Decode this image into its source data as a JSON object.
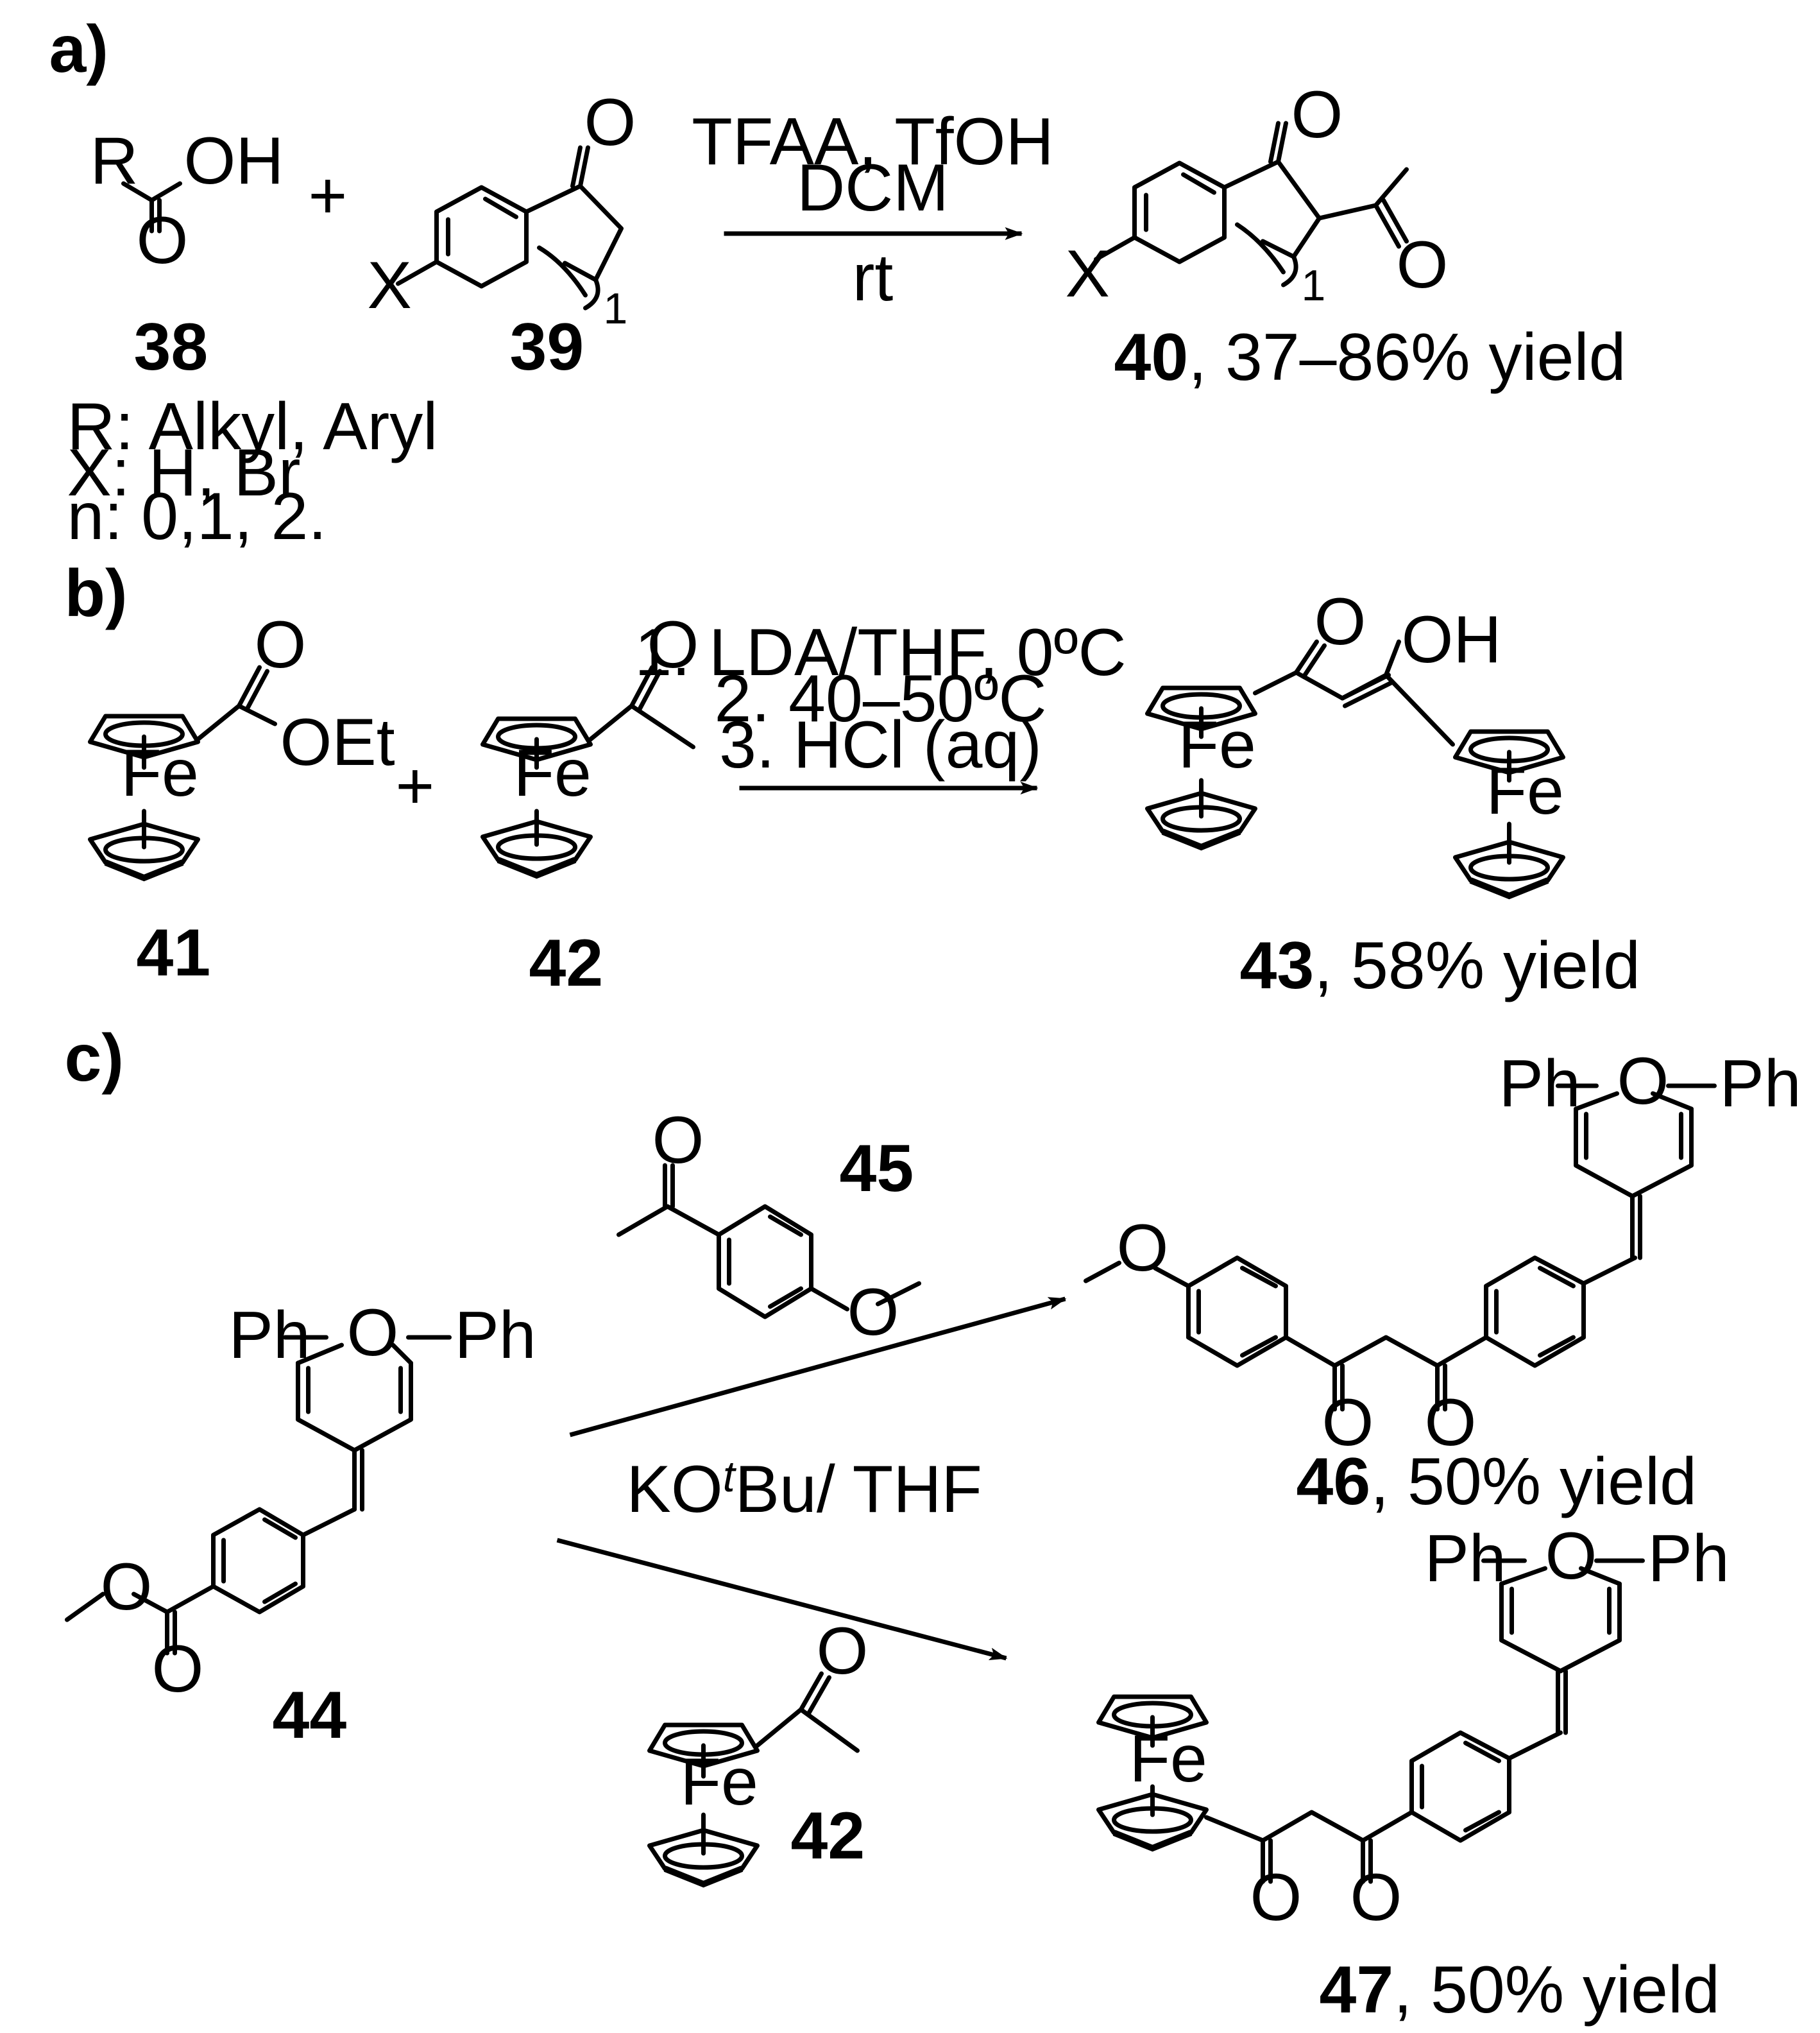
{
  "panels": {
    "a": {
      "label": "a)",
      "acid": {
        "R": "R",
        "OH": "OH",
        "O": "O",
        "number": "38",
        "definitions": [
          "R: Alkyl, Aryl",
          "X: H, Br",
          "n: 0,1, 2."
        ]
      },
      "plus": "+",
      "ketone": {
        "O": "O",
        "X": "X",
        "n": "1",
        "number": "39"
      },
      "conditions": [
        "TFAA, TfOH",
        "DCM",
        "rt"
      ],
      "product": {
        "O1": "O",
        "O2": "O",
        "X": "X",
        "n": "1",
        "number": "40",
        "yield": ", 37–86% yield"
      }
    },
    "b": {
      "label": "b)",
      "ester": {
        "O": "O",
        "OEt": "OEt",
        "Fe": "Fe",
        "number": "41"
      },
      "plus": "+",
      "acetyl": {
        "O": "O",
        "Fe": "Fe",
        "number": "42"
      },
      "conditions": [
        "1. LDA/THF,  0ºC",
        "2. 40–50ºC",
        "3. HCl (aq)"
      ],
      "product": {
        "O": "O",
        "OH": "OH",
        "Fe1": "Fe",
        "Fe2": "Fe",
        "number": "43",
        "yield": ", 58% yield"
      }
    },
    "c": {
      "label": "c)",
      "start": {
        "Ph1": "Ph",
        "O_ring": "O",
        "Ph2": "Ph",
        "O_ether": "O",
        "O_carbonyl": "O",
        "number": "44"
      },
      "reagent1": {
        "O1": "O",
        "O2": "O",
        "number": "45"
      },
      "conditions": {
        "pre": "KO",
        "sup": "t",
        "post": "Bu/ THF"
      },
      "reagent2": {
        "O": "O",
        "Fe": "Fe",
        "number": "42"
      },
      "product1": {
        "O_me": "O",
        "Ph1": "Ph",
        "O_ring": "O",
        "Ph2": "Ph",
        "O1": "O",
        "O2": "O",
        "number": "46",
        "yield": ", 50% yield"
      },
      "product2": {
        "Ph1": "Ph",
        "O_ring": "O",
        "Ph2": "Ph",
        "Fe": "Fe",
        "O1": "O",
        "O2": "O",
        "number": "47",
        "yield": ", 50% yield"
      }
    }
  }
}
